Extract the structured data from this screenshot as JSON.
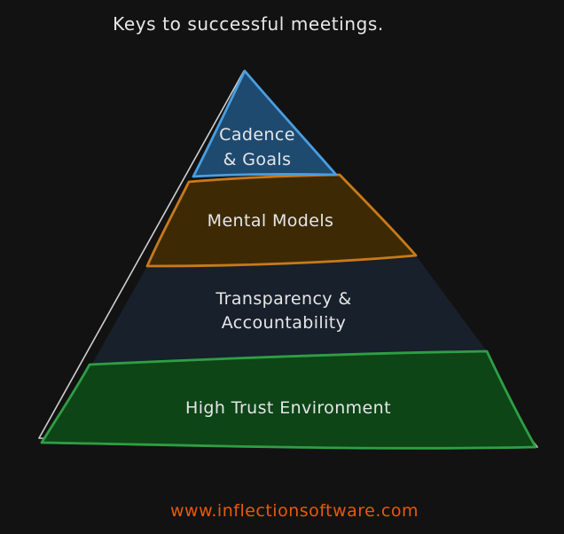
{
  "title": "Keys to successful meetings.",
  "tiers": [
    {
      "lines": [
        "Cadence",
        "& Goals"
      ],
      "fill": "#1e4a70",
      "stroke": "#4a9ee0"
    },
    {
      "lines": [
        "Mental Models"
      ],
      "fill": "#3d2a05",
      "stroke": "#c87a1a"
    },
    {
      "lines": [
        "Transparency &",
        "Accountability"
      ],
      "fill": "#17202b",
      "stroke": "#cfcfcf"
    },
    {
      "lines": [
        "High Trust Environment"
      ],
      "fill": "#0d4517",
      "stroke": "#2f9e44"
    }
  ],
  "footer": {
    "text": "www.inflectionsoftware.com",
    "color": "#e8590c"
  },
  "colors": {
    "background": "#121212",
    "outline": "#cfcfcf",
    "text": "#e6e6e6"
  }
}
